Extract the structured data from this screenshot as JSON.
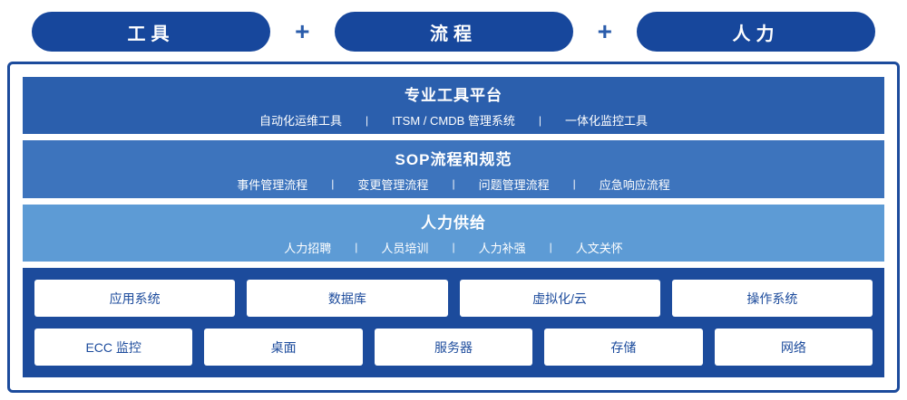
{
  "separator": "|",
  "pills": {
    "labels": [
      "工具",
      "流程",
      "人力"
    ],
    "plus": "+"
  },
  "bands": [
    {
      "title": "专业工具平台",
      "items": [
        "自动化运维工具",
        "ITSM / CMDB 管理系统",
        "一体化监控工具"
      ]
    },
    {
      "title": "SOP流程和规范",
      "items": [
        "事件管理流程",
        "变更管理流程",
        "问题管理流程",
        "应急响应流程"
      ]
    },
    {
      "title": "人力供给",
      "items": [
        "人力招聘",
        "人员培训",
        "人力补强",
        "人文关怀"
      ]
    }
  ],
  "grid": {
    "row1": [
      "应用系统",
      "数据库",
      "虚拟化/云",
      "操作系统"
    ],
    "row2": [
      "ECC 监控",
      "桌面",
      "服务器",
      "存储",
      "网络"
    ]
  },
  "colors": {
    "pill_background": "#17479c",
    "band1_background": "#2b5fad",
    "band2_background": "#3d74bd",
    "band3_background": "#5d9bd5",
    "grid_background": "#1c4b9c",
    "frame_border": "#1c4b9c",
    "plus_color": "#2a5cab",
    "box_text": "#1c4b9c"
  }
}
